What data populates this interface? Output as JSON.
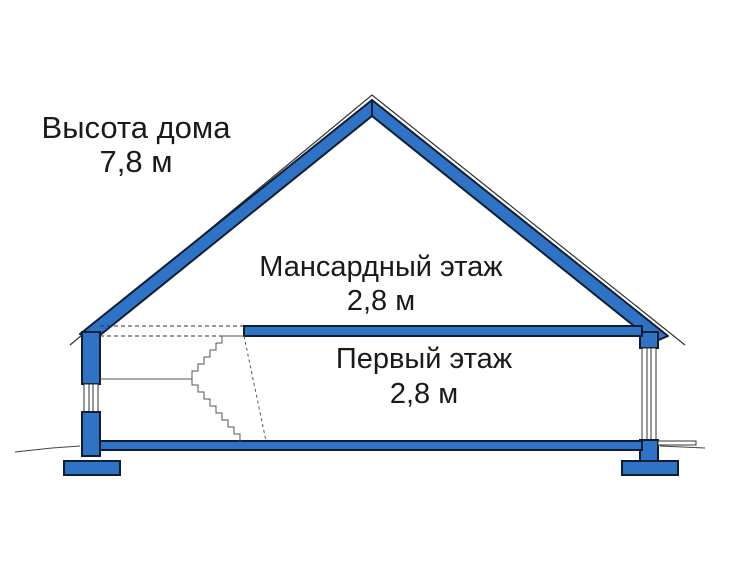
{
  "house_height": {
    "label": "Высота дома",
    "value": "7,8 м"
  },
  "attic_floor": {
    "label": "Мансардный этаж",
    "value": "2,8 м"
  },
  "first_floor": {
    "label": "Первый этаж",
    "value": "2,8 м"
  },
  "colors": {
    "structure_fill": "#2f73c6",
    "structure_outline": "#0f1e33",
    "lines": "#333333",
    "text": "#1a1a1a"
  }
}
